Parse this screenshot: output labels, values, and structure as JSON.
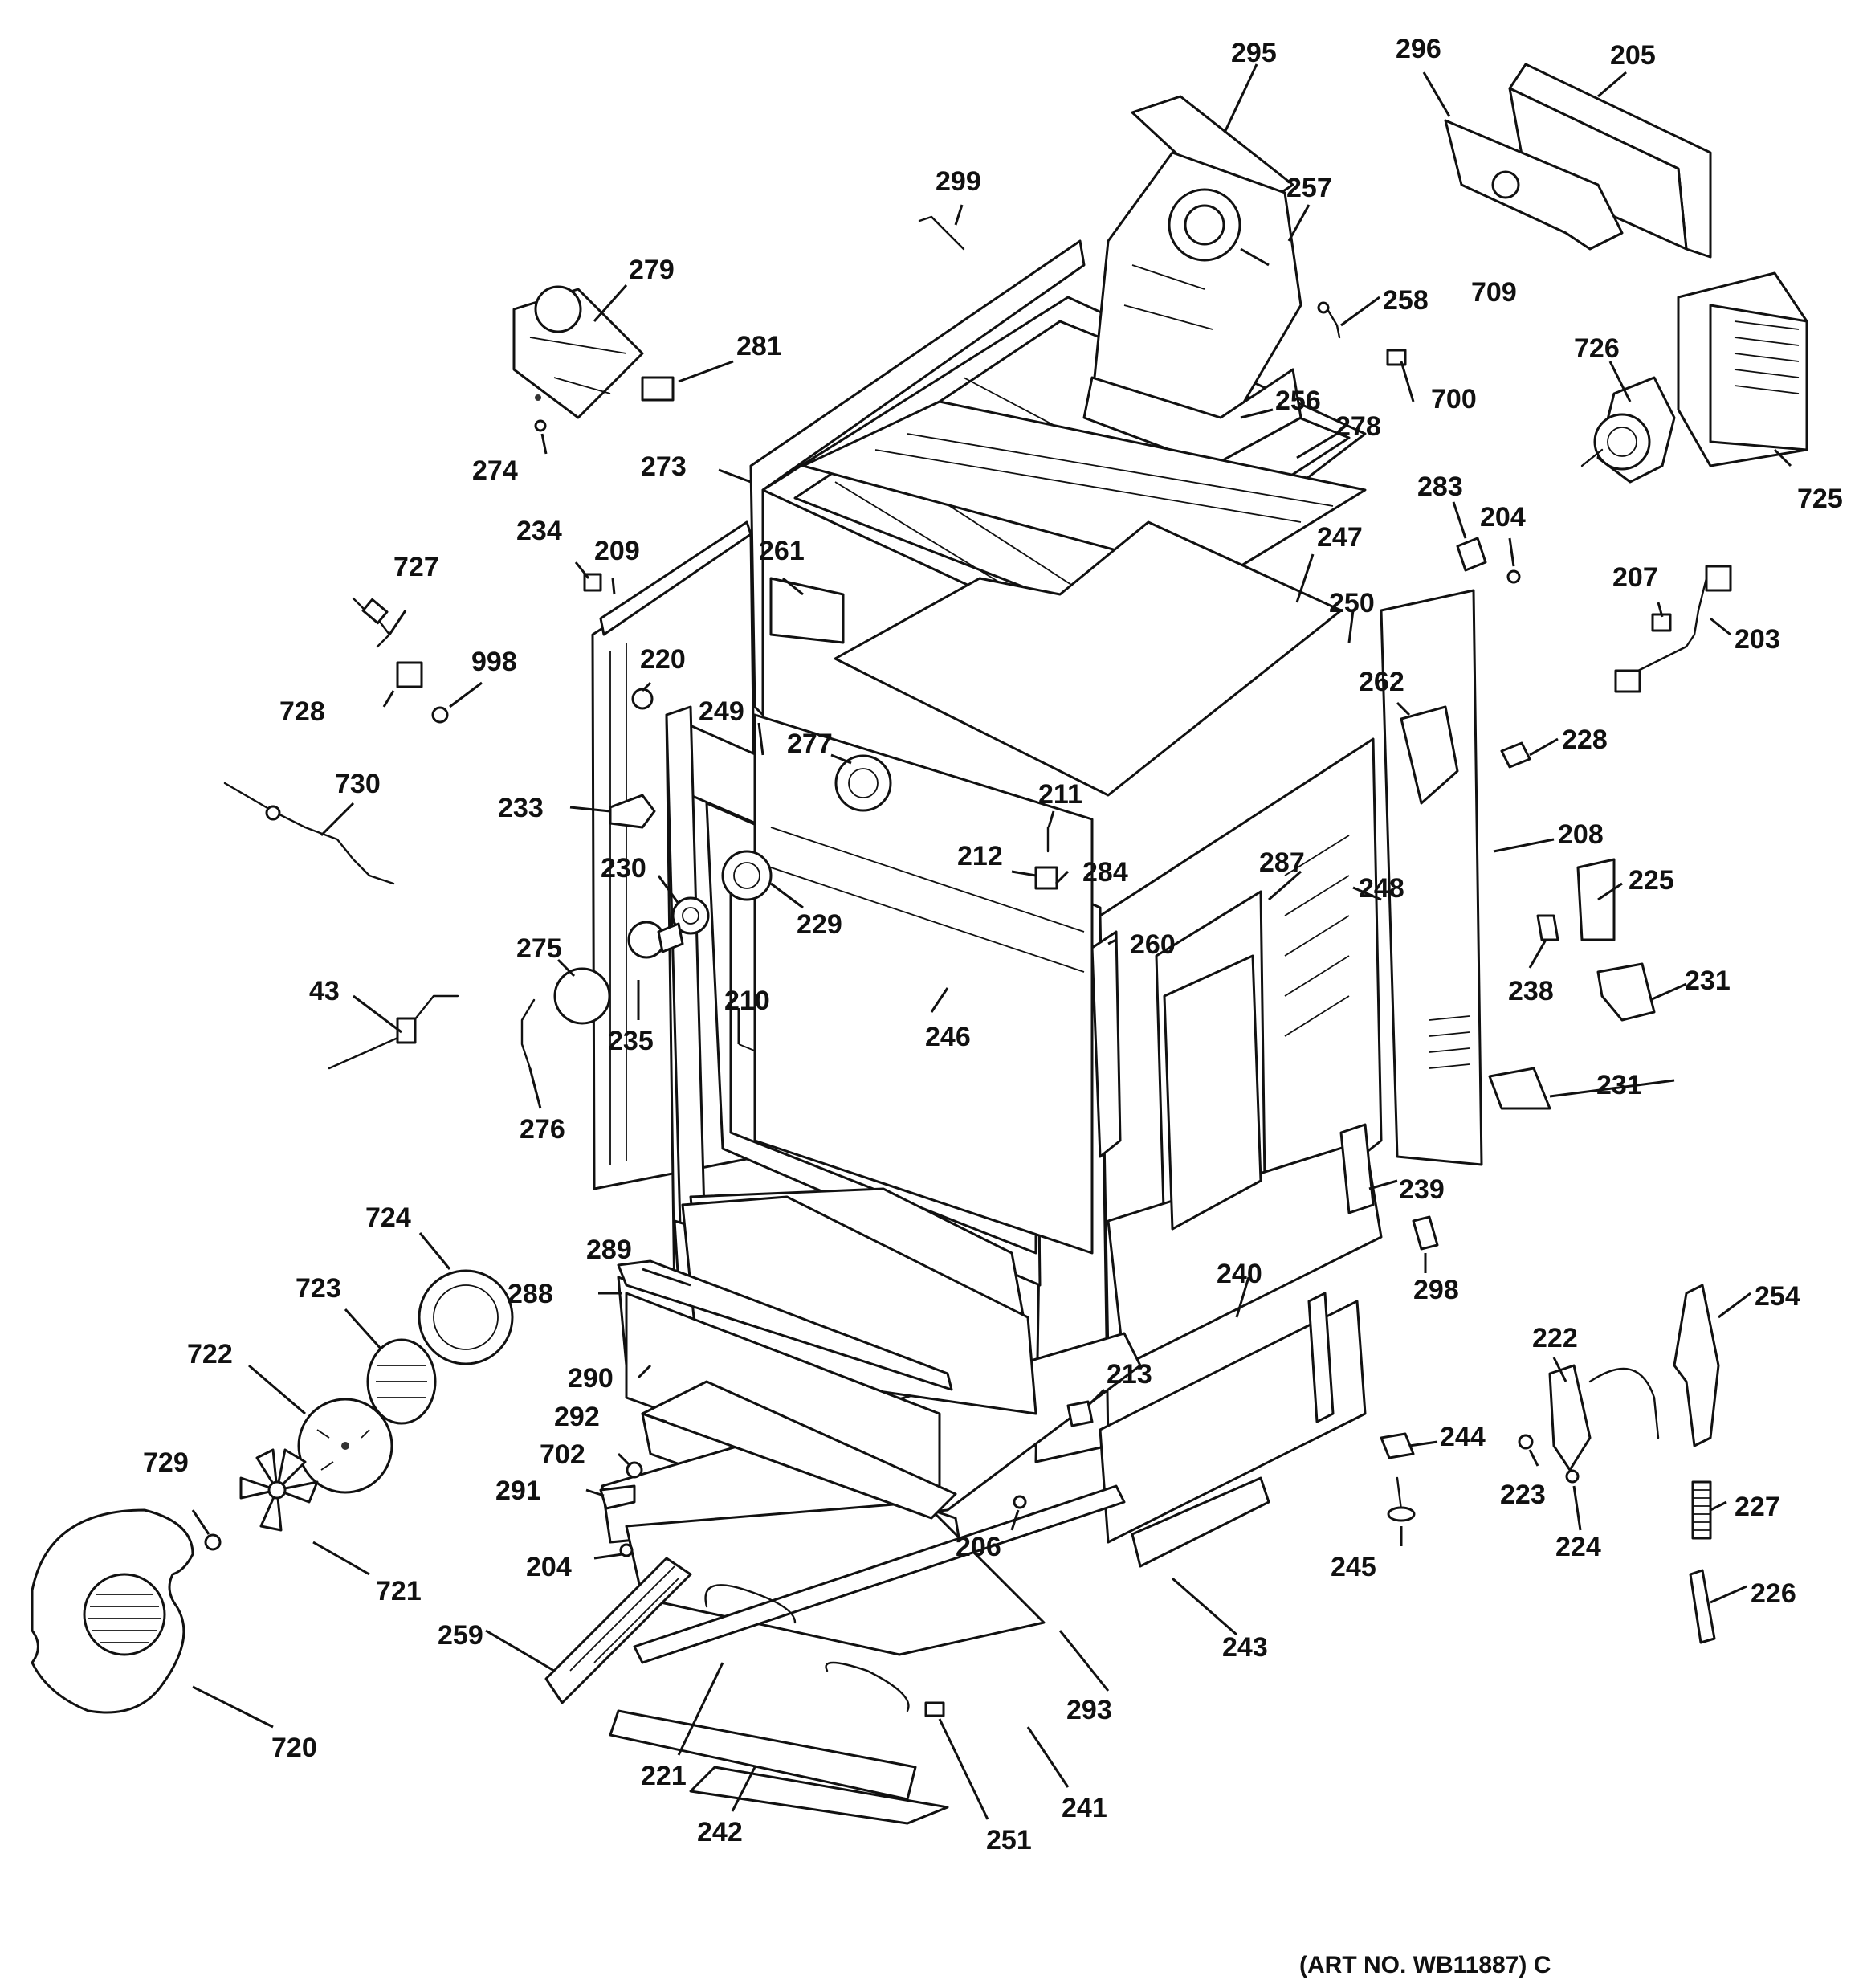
{
  "art_number": "(ART NO. WB11887) C",
  "callouts": [
    "295",
    "296",
    "205",
    "299",
    "257",
    "709",
    "279",
    "258",
    "281",
    "700",
    "726",
    "256",
    "278",
    "274",
    "273",
    "725",
    "283",
    "204",
    "234",
    "209",
    "261",
    "247",
    "727",
    "250",
    "207",
    "203",
    "998",
    "220",
    "728",
    "262",
    "249",
    "228",
    "277",
    "730",
    "211",
    "233",
    "208",
    "212",
    "284",
    "287",
    "230",
    "225",
    "248",
    "229",
    "260",
    "275",
    "238",
    "231",
    "43",
    "210",
    "246",
    "235",
    "231",
    "276",
    "239",
    "724",
    "289",
    "298",
    "240",
    "288",
    "254",
    "723",
    "222",
    "722",
    "290",
    "213",
    "292",
    "244",
    "702",
    "223",
    "227",
    "291",
    "206",
    "729",
    "224",
    "204",
    "721",
    "245",
    "226",
    "259",
    "243",
    "293",
    "720",
    "221",
    "241",
    "242",
    "251"
  ]
}
